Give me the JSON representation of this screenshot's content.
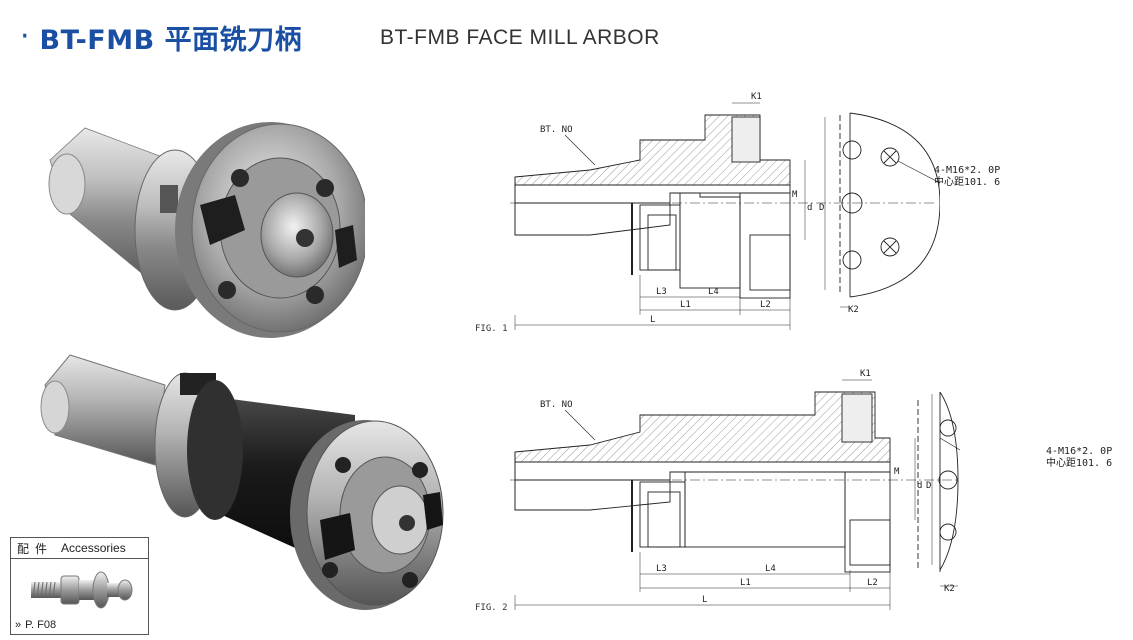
{
  "header": {
    "title_cn": "BT-FMB 平面铣刀柄",
    "title_en": "BT-FMB FACE MILL ARBOR"
  },
  "accessories": {
    "label_cn": "配件",
    "label_en": "Accessories",
    "page_ref": "P. F08"
  },
  "fig1": {
    "label": "FIG. 1",
    "part_label": "BT. NO",
    "thread_callout": "4-M16*2. 0P",
    "pitch_callout": "中心距101. 6",
    "dims": {
      "k1": "K1",
      "k2": "K2",
      "m": "M",
      "d_small": "d",
      "d_big": "D",
      "l": "L",
      "l1": "L1",
      "l2": "L2",
      "l3": "L3",
      "l4": "L4"
    }
  },
  "fig2": {
    "label": "FIG. 2",
    "part_label": "BT. NO",
    "thread_callout": "4-M16*2. 0P",
    "pitch_callout": "中心距101. 6",
    "dims": {
      "k1": "K1",
      "k2": "K2",
      "m": "M",
      "d_small": "d",
      "d_big": "D",
      "l": "L",
      "l1": "L1",
      "l2": "L2",
      "l3": "L3",
      "l4": "L4"
    }
  },
  "colors": {
    "brand_blue": "#1a4fa3"
  }
}
